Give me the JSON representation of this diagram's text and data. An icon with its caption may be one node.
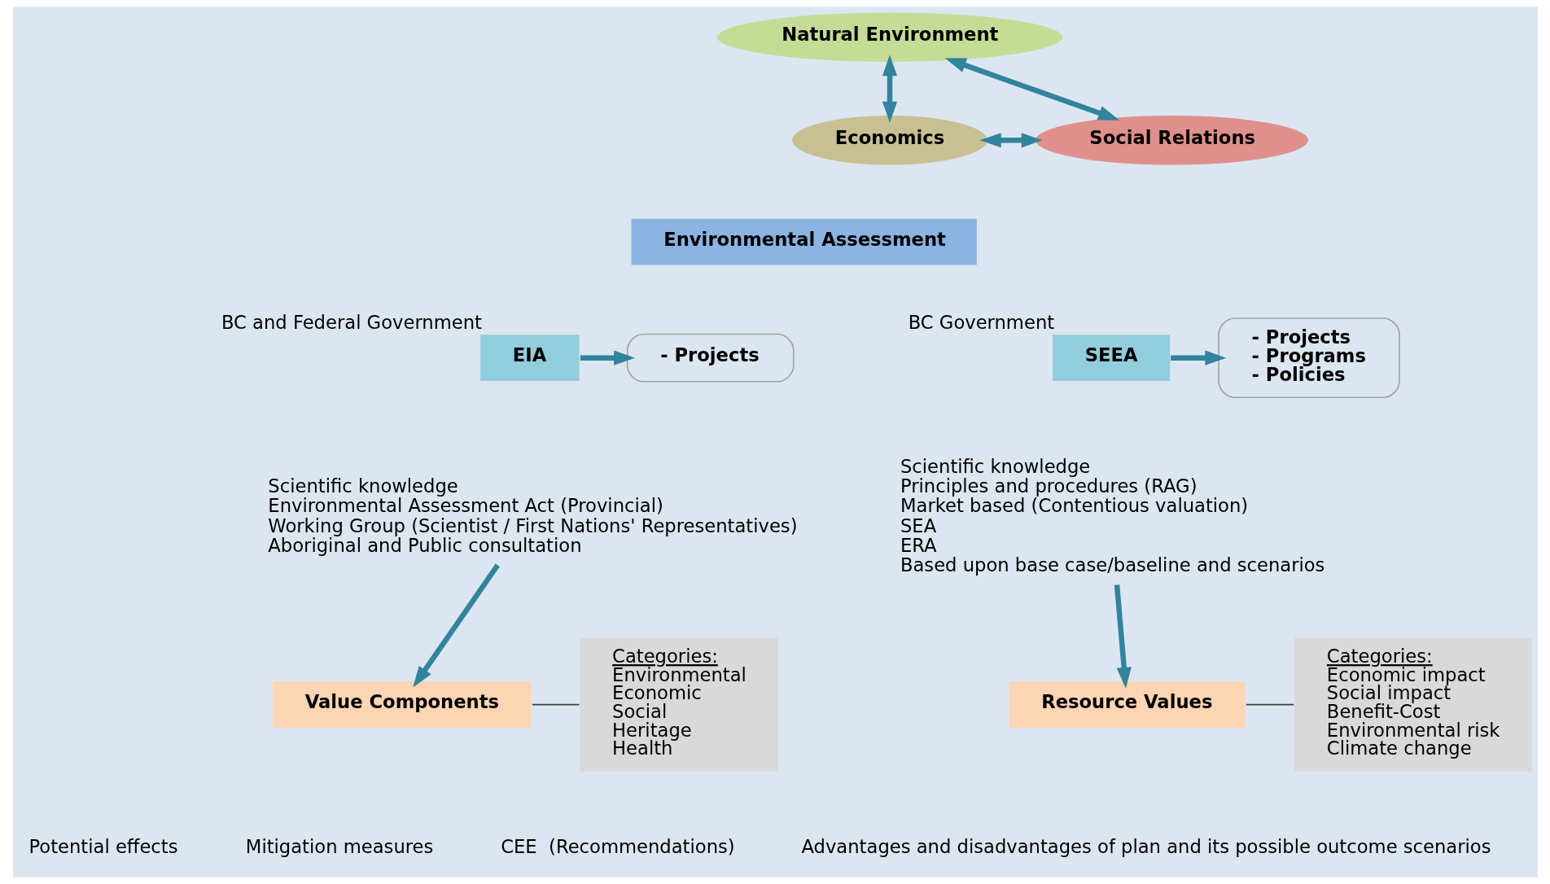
{
  "diagram": {
    "nodes": [
      {
        "text": [
          "Natural Environment"
        ]
      },
      {
        "text": [
          "Economics"
        ]
      },
      {
        "text": [
          "Social Relations"
        ]
      },
      {
        "text": [
          "Environmental Assessment"
        ]
      },
      {
        "text": [
          "EIA"
        ],
        "beside": [
          "BC and Federal Government"
        ]
      },
      {
        "text": [
          "SEEA"
        ],
        "beside": [
          "BC Government"
        ]
      },
      {
        "text": [
          "- Projects"
        ]
      },
      {
        "text": [
          "- Projects",
          "- Programs",
          "- Policies"
        ]
      },
      {
        "text": [
          "Scientific knowledge",
          "Environmental Assessment Act (Provincial)",
          "Working Group (Scientist / First Nations' Representatives)",
          "Aboriginal and Public consultation"
        ]
      },
      {
        "text": [
          "Scientific knowledge",
          "Principles and procedures (RAG)",
          "Market based (Contentious valuation)",
          "SEA",
          "ERA",
          "Based upon base case/baseline and scenarios"
        ]
      },
      {
        "text": [
          "Value Components"
        ]
      },
      {
        "text": [
          "Resource Values"
        ]
      },
      {
        "text": [
          "Categories:",
          "Environmental",
          "Economic",
          "Social",
          "Heritage",
          "Health"
        ]
      },
      {
        "text": [
          "Categories:",
          "Economic impact",
          "Social impact",
          "Benefit-Cost",
          "Environmental risk",
          "Climate change"
        ]
      }
    ],
    "edges": [
      {
        "from": 1,
        "to": 0,
        "arrow": "both"
      },
      {
        "from": 0,
        "to": 2,
        "arrow": "both"
      },
      {
        "from": 1,
        "to": 2,
        "arrow": "both"
      },
      {
        "from": 4,
        "to": 6,
        "arrow": "to"
      },
      {
        "from": 5,
        "to": 7,
        "arrow": "to"
      },
      {
        "from": 8,
        "to": 10,
        "arrow": "to"
      },
      {
        "from": 9,
        "to": 11,
        "arrow": "to"
      },
      {
        "from": 10,
        "to": 12,
        "arrow": "none",
        "color": "#404040"
      },
      {
        "from": 11,
        "to": 13,
        "arrow": "none",
        "color": "#404040"
      }
    ],
    "labels": [
      "Potential effects",
      "Mitigation measures",
      "CEE  (Recommendations)",
      "Advantages and disadvantages of plan and its possible outcome scenarios"
    ]
  }
}
